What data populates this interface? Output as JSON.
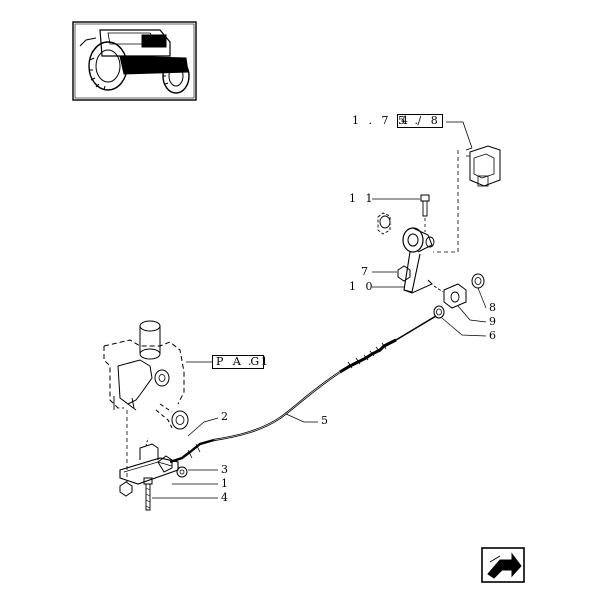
{
  "refs": {
    "ref_1_75_prefix": "1 . 7 5 .",
    "ref_1_75_box": "4 / 8",
    "pag_box": "P A G",
    "pag_suffix": ". 1"
  },
  "callouts": {
    "c1": "1",
    "c2": "2",
    "c3": "3",
    "c4": "4",
    "c5": "5",
    "c6": "6",
    "c7": "7",
    "c8": "8",
    "c9": "9",
    "c10": "1 0",
    "c11": "1 1"
  },
  "icons": {
    "thumbnail": "tractor-thumbnail-icon",
    "nav": "next-page-arrow-icon"
  }
}
